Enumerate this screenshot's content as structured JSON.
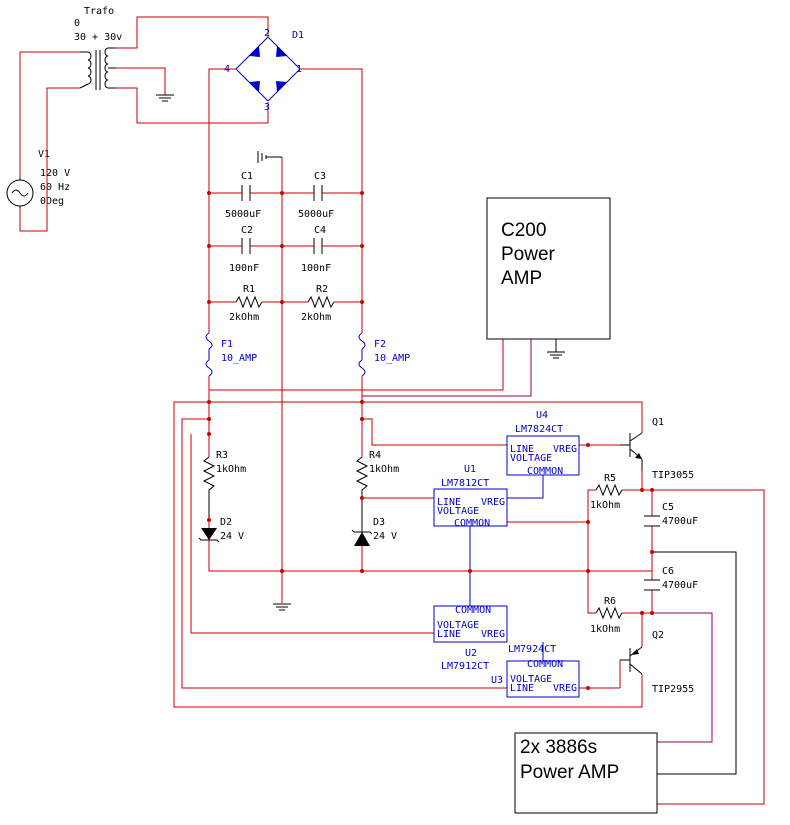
{
  "colors": {
    "wire_red": "#cc0000",
    "wire_black": "#000000",
    "wire_blue": "#0000cc",
    "wire_purple": "#880066"
  },
  "trafo": {
    "name": "Trafo",
    "zero": "0",
    "rating": "30 + 30v"
  },
  "v1": {
    "name": "V1",
    "voltage": "120 V",
    "freq": "60 Hz",
    "phase": "0Deg"
  },
  "d1": {
    "name": "D1",
    "pins": [
      "1",
      "2",
      "3",
      "4"
    ]
  },
  "c1": {
    "name": "C1",
    "value": "5000uF"
  },
  "c3": {
    "name": "C3",
    "value": "5000uF"
  },
  "c2": {
    "name": "C2",
    "value": "100nF"
  },
  "c4": {
    "name": "C4",
    "value": "100nF"
  },
  "r1": {
    "name": "R1",
    "value": "2kOhm"
  },
  "r2": {
    "name": "R2",
    "value": "2kOhm"
  },
  "f1": {
    "name": "F1",
    "value": "10_AMP"
  },
  "f2": {
    "name": "F2",
    "value": "10_AMP"
  },
  "r3": {
    "name": "R3",
    "value": "1kOhm"
  },
  "r4": {
    "name": "R4",
    "value": "1kOhm"
  },
  "d2": {
    "name": "D2",
    "value": "24 V"
  },
  "d3": {
    "name": "D3",
    "value": "24 V"
  },
  "regulator_labels": {
    "line": "LINE",
    "vreg": "VREG",
    "voltage": "VOLTAGE",
    "common": "COMMON"
  },
  "u1": {
    "name": "U1",
    "part": "LM7812CT"
  },
  "u2": {
    "name": "U2",
    "part": "LM7912CT"
  },
  "u3": {
    "name": "U3",
    "part": "LM7924CT"
  },
  "u4": {
    "name": "U4",
    "part": "LM7824CT"
  },
  "q1": {
    "name": "Q1",
    "part": "TIP3055"
  },
  "q2": {
    "name": "Q2",
    "part": "TIP2955"
  },
  "r5": {
    "name": "R5",
    "value": "1kOhm"
  },
  "r6": {
    "name": "R6",
    "value": "1kOhm"
  },
  "c5": {
    "name": "C5",
    "value": "4700uF"
  },
  "c6": {
    "name": "C6",
    "value": "4700uF"
  },
  "amp_c200": {
    "line1": "C200",
    "line2": "Power",
    "line3": "AMP"
  },
  "amp_3886": {
    "line1": "2x 3886s",
    "line2": "Power AMP"
  }
}
